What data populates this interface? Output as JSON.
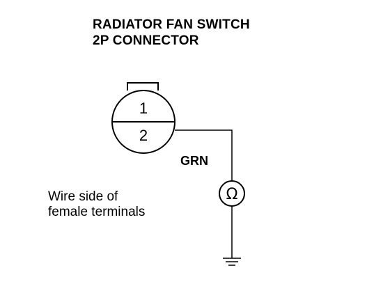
{
  "title": {
    "line1": "RADIATOR FAN SWITCH",
    "line2": "2P CONNECTOR"
  },
  "connector": {
    "pin_top": "1",
    "pin_bottom": "2"
  },
  "wire": {
    "color_label": "GRN"
  },
  "meter": {
    "symbol": "Ω",
    "icon": "ohmmeter-icon"
  },
  "ground": {
    "icon": "ground-icon"
  },
  "note": {
    "line1": "Wire side of",
    "line2": "female terminals"
  }
}
